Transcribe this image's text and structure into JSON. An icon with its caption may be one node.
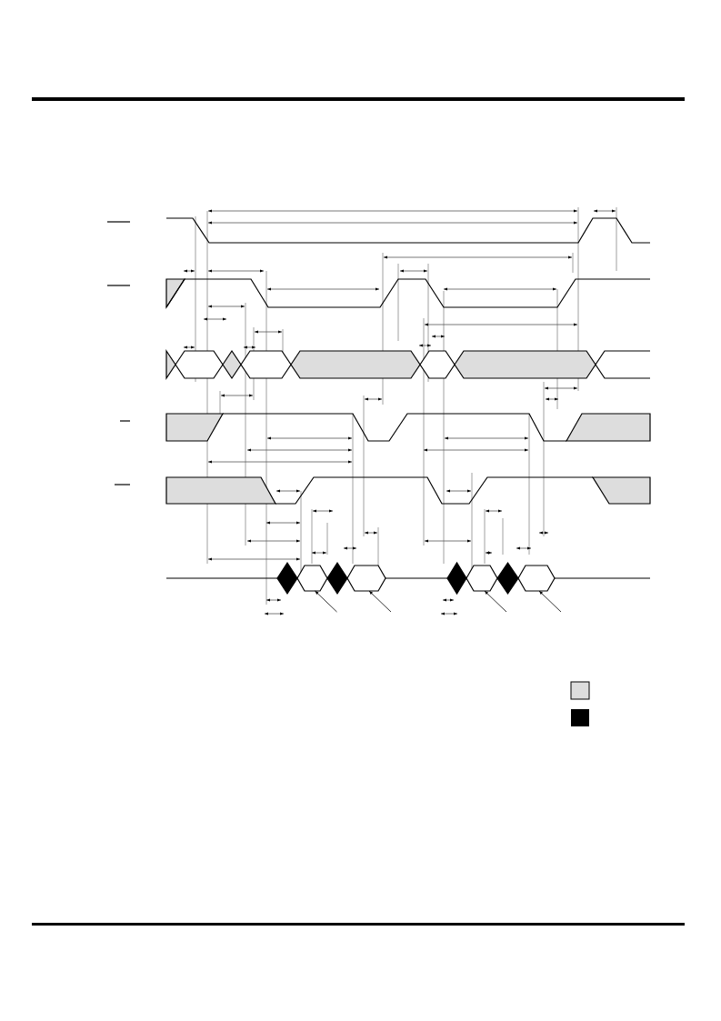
{
  "diagram": {
    "nodes": [
      {
        "text": [],
        "shape": "hexagon"
      },
      {
        "text": [],
        "shape": "hexagon"
      },
      {
        "text": [],
        "shape": "hexagon"
      },
      {
        "text": [],
        "shape": "hexagon"
      }
    ],
    "edges": [
      {
        "from": null,
        "to": 0,
        "arrow": "to"
      },
      {
        "from": null,
        "to": 1,
        "arrow": "to"
      },
      {
        "from": null,
        "to": 2,
        "arrow": "to"
      },
      {
        "from": null,
        "to": 3,
        "arrow": "to"
      }
    ]
  }
}
